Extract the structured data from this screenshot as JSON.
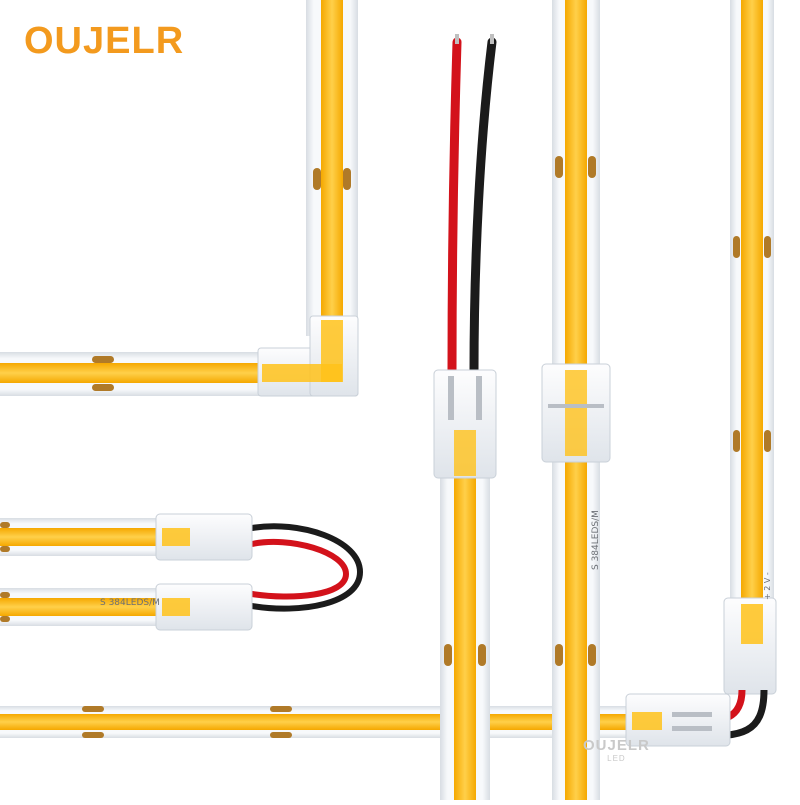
{
  "brand": {
    "logo_text": "OUJELR"
  },
  "watermark": {
    "name": "OUJELR",
    "sub": "LED"
  },
  "strip_marking": "S 384LEDS/M",
  "connector_polarity": "+ 2 V -",
  "colors": {
    "led_core": "#ffc21a",
    "strip_base": "#f1f4f8",
    "pad": "#b07a28",
    "wire_red": "#d3121b",
    "wire_black": "#1b1b1b",
    "brand": "#f39a1e",
    "connector_clip": "#eef1f4"
  },
  "icons": {
    "strip": "cob-led-strip",
    "connector": "solderless-2pin-connector",
    "cable": "red-black-wire"
  }
}
